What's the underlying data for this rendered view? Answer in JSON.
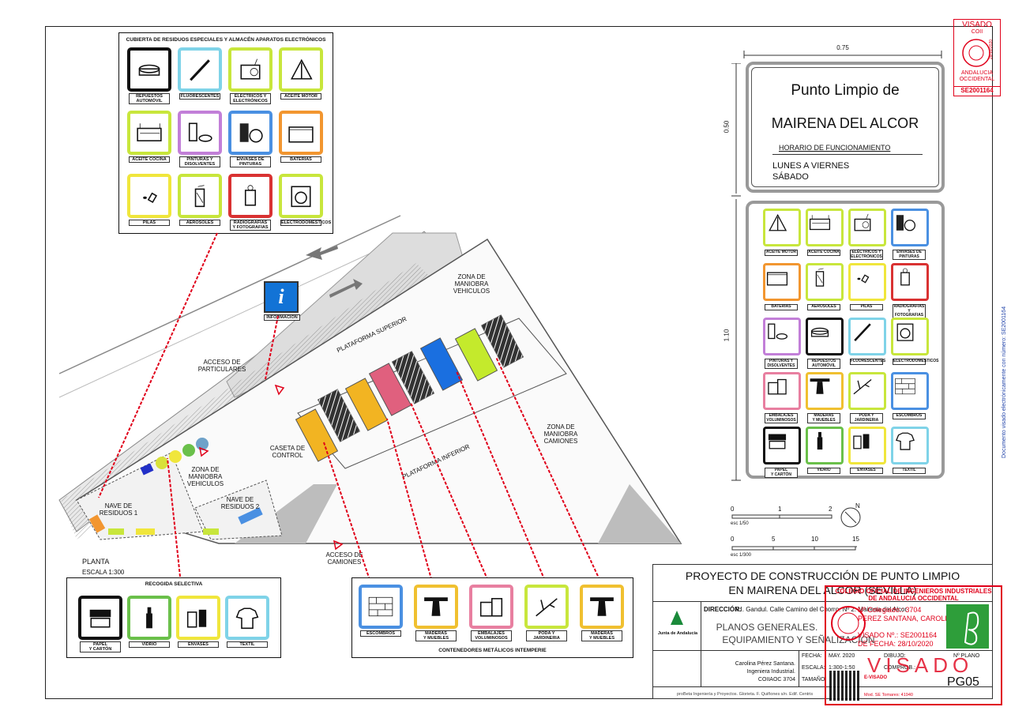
{
  "top_legend": {
    "title": "CUBIERTA DE RESIDUOS ESPECIALES Y ALMACÉN APARATOS ELECTRÓNICOS",
    "items": [
      {
        "label": "REPUESTOS\nAUTOMÓVIL",
        "color": "#000000"
      },
      {
        "label": "FLUORESCENTES",
        "color": "#7fd3e8"
      },
      {
        "label": "ELÉCTRICOS Y\nELECTRÓNICOS",
        "color": "#c8e63c"
      },
      {
        "label": "ACEITE MOTOR",
        "color": "#c8e63c"
      },
      {
        "label": "ACEITE COCINA",
        "color": "#c8e63c"
      },
      {
        "label": "PINTURAS Y\nDISOLVENTES",
        "color": "#c27fd8"
      },
      {
        "label": "ENVASES DE\nPINTURAS",
        "color": "#4a90e2"
      },
      {
        "label": "BATERIAS",
        "color": "#f29630"
      },
      {
        "label": "PILAS",
        "color": "#f0e63c"
      },
      {
        "label": "AEROSOLES",
        "color": "#c8e63c"
      },
      {
        "label": "RADIOGRAFIAS\nY FOTOGRAFIAS",
        "color": "#d93232"
      },
      {
        "label": "ELECTRODOMESTICOS",
        "color": "#c8e63c"
      }
    ]
  },
  "sign": {
    "width_dim": "0.75",
    "height_top_dim": "0.50",
    "height_bottom_dim": "1.10",
    "title_line1": "Punto Limpio de",
    "title_line2": "MAIRENA DEL ALCOR",
    "schedule_header": "HORARIO  DE  FUNCIONAMIENTO",
    "schedule_line1": "LUNES  A  VIERNES",
    "schedule_line2": "SÁBADO",
    "items": [
      {
        "label": "ACEITE MOTOR",
        "color": "#c8e63c"
      },
      {
        "label": "ACEITE COCINA",
        "color": "#c8e63c"
      },
      {
        "label": "ELÉCTRICOS Y\nELECTRÓNICOS",
        "color": "#c8e63c"
      },
      {
        "label": "ENVASES DE\nPINTURAS",
        "color": "#4a90e2"
      },
      {
        "label": "BATERIAS",
        "color": "#f29630"
      },
      {
        "label": "AEROSOLES",
        "color": "#c8e63c"
      },
      {
        "label": "PILAS",
        "color": "#f0e63c"
      },
      {
        "label": "RADIOGRAFIAS\nY FOTOGRAFIAS",
        "color": "#d93232"
      },
      {
        "label": "PINTURAS Y\nDISOLVENTES",
        "color": "#c27fd8"
      },
      {
        "label": "REPUESTOS\nAUTOMÓVIL",
        "color": "#000000"
      },
      {
        "label": "FLUORESCENTES",
        "color": "#7fd3e8"
      },
      {
        "label": "ELECTRODOMESTICOS",
        "color": "#c8e63c"
      },
      {
        "label": "EMBALAJES\nVOLUMINOSOS",
        "color": "#e87fa0"
      },
      {
        "label": "MADERAS\nY MUEBLES",
        "color": "#f0c030"
      },
      {
        "label": "PODA Y\nJARDINERIA",
        "color": "#c8e63c"
      },
      {
        "label": "ESCOMBROS",
        "color": "#4a90e2"
      },
      {
        "label": "PAPEL\nY CARTÓN",
        "color": "#000000"
      },
      {
        "label": "VIDRIO",
        "color": "#6ac04a"
      },
      {
        "label": "ENVASES",
        "color": "#f0e63c"
      },
      {
        "label": "TEXTIL",
        "color": "#7fd3e8"
      }
    ]
  },
  "plan": {
    "zona_vehiculos": "ZONA DE\nMANIOBRA\nVEHICULOS",
    "plataforma_superior": "PLATAFORMA SUPERIOR",
    "plataforma_inferior": "PLATAFORMA INFERIOR",
    "zona_camiones": "ZONA DE\nMANIOBRA\nCAMIONES",
    "acceso_particulares": "ACCESO DE\nPARTICULARES",
    "informacion": "INFORMACION",
    "caseta": "CASETA DE\nCONTROL",
    "zona_vehiculos_2": "ZONA DE\nMANIOBRA\nVEHICULOS",
    "nave1": "NAVE DE\nRESIDUOS 1",
    "nave2": "NAVE DE\nRESIDUOS 2",
    "acceso_camiones": "ACCESO DE\nCAMIONES",
    "planta": "PLANTA",
    "escala": "ESCALA 1:300"
  },
  "scales": {
    "s1_ticks": [
      "0",
      "1",
      "2"
    ],
    "s1_label": "esc 1/50",
    "s2_ticks": [
      "0",
      "5",
      "10",
      "15"
    ],
    "s2_label": "esc 1/300",
    "north": "N"
  },
  "recogida": {
    "title": "RECOGIDA SELECTIVA",
    "items": [
      {
        "label": "PAPEL\nY CARTÓN",
        "color": "#000000"
      },
      {
        "label": "VIDRIO",
        "color": "#6ac04a"
      },
      {
        "label": "ENVASES",
        "color": "#f0e63c"
      },
      {
        "label": "TEXTIL",
        "color": "#7fd3e8"
      }
    ]
  },
  "contenedores": {
    "title": "CONTENEDORES METÁLICOS INTEMPERIE",
    "items": [
      {
        "label": "ESCOMBROS",
        "color": "#4a90e2"
      },
      {
        "label": "MADERAS\nY MUEBLES",
        "color": "#f0c030"
      },
      {
        "label": "EMBALAJES\nVOLUMINOSOS",
        "color": "#e87fa0"
      },
      {
        "label": "PODA Y\nJARDINERIA",
        "color": "#c8e63c"
      },
      {
        "label": "MADERAS\nY MUEBLES",
        "color": "#f0c030"
      }
    ]
  },
  "title_block": {
    "project_line1": "PROYECTO DE CONSTRUCCIÓN DE PUNTO LIMPIO",
    "project_line2": "EN MAIRENA DEL ALCOR (SEVILLA)",
    "direccion_label": "DIRECCIÓN:",
    "direccion_value": "P.I.  Gandul. Calle Camino del Chorro. Nº 2. Mairena del Alcor",
    "plano_line1": "PLANOS GENERALES.",
    "plano_line2": "EQUIPAMIENTO Y SEÑALIZACIÓN",
    "junta": "Junta de Andalucía",
    "author1": "Carolina Pérez Santana.",
    "author2": "Ingeniera Industrial.",
    "author3": "COIIAOC 3704",
    "fecha_label": "FECHA:",
    "fecha_value": "MAY. 2020",
    "escala_label": "ESCALA:",
    "escala_value": "1:300-1:50",
    "tamano_label": "TAMAÑO:",
    "dibujo_label": "DIBUJO:",
    "comprob_label": "COMPROB.:",
    "nplano_label": "Nº PLANO",
    "plano_num": "PG05",
    "footer": "proBeta Ingeniería y Proyectos. Glorieta. F. Quiñones s/n. Edif. Centris"
  },
  "visado_stamp": {
    "top": "VISADO",
    "coii": "COII",
    "date": "28/10/2020",
    "region1": "ANDALUCIA",
    "region2": "OCCIDENTAL",
    "number": "SE2001164"
  },
  "side_text": "Documento visado electrónicamente con número: SE2001164",
  "red_stamp": {
    "line1": "COLEGIO OFICIAL DE INGENIEROS INDUSTRIALES",
    "line2": "DE ANDALUCIA OCCIDENTAL",
    "colegiado": "Nº Colegiado.:  3704",
    "name": "PEREZ SANTANA, CAROLINA",
    "visado": "VISADO Nº.:  SE2001164",
    "fecha": "DE FECHA:  28/10/2020",
    "big": "VISADO",
    "e_visado": "E-VISADO",
    "mod": "Mod. SE Tomares: 41940"
  },
  "colors": {
    "red_leader": "#e0001a",
    "road": "#9a9a9a"
  }
}
